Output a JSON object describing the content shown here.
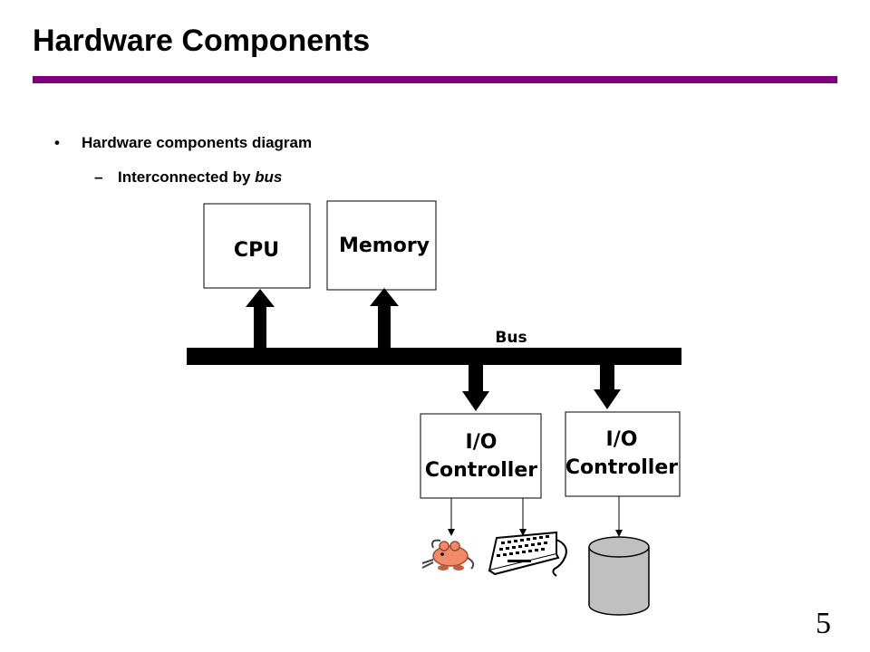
{
  "slide": {
    "title": "Hardware Components",
    "bullet_mark": "•",
    "bullet": "Hardware components diagram",
    "sub_mark": "–",
    "sub_prefix": "Interconnected by ",
    "sub_emphasis": "bus",
    "slide_number": "5"
  },
  "diagram": {
    "cpu_label": "CPU",
    "memory_label": "Memory",
    "bus_label": "Bus",
    "io1_label_line1": "I/O",
    "io1_label_line2": "Controller",
    "io2_label_line1": "I/O",
    "io2_label_line2": "Controller",
    "devices": [
      "mouse-icon",
      "keyboard-icon",
      "disk-icon"
    ],
    "colors": {
      "accent_rule": "#800080",
      "bus": "#000000",
      "mouse": "#f08a6a",
      "disk": "#c0c0c0"
    }
  }
}
